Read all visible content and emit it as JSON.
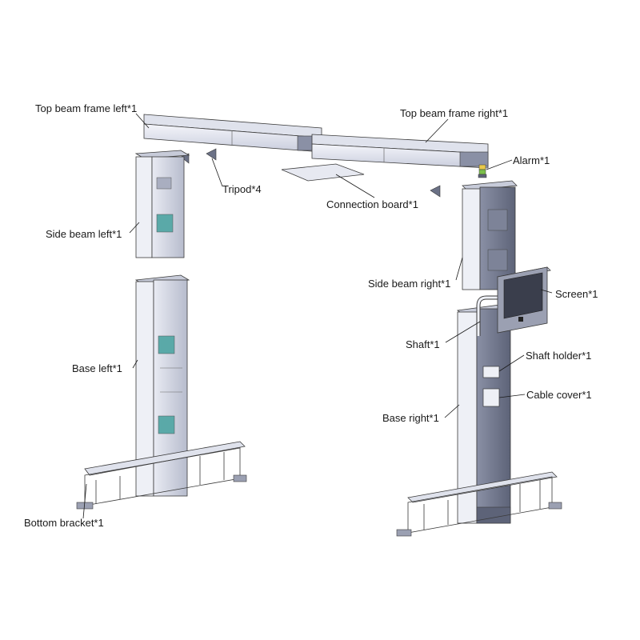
{
  "labels": {
    "top_beam_left": "Top beam frame left*1",
    "top_beam_right": "Top beam frame right*1",
    "alarm": "Alarm*1",
    "tripod": "Tripod*4",
    "connection_board": "Connection board*1",
    "side_beam_left": "Side beam left*1",
    "side_beam_right": "Side beam right*1",
    "screen": "Screen*1",
    "shaft": "Shaft*1",
    "shaft_holder": "Shaft holder*1",
    "cable_cover": "Cable cover*1",
    "base_left": "Base left*1",
    "base_right": "Base right*1",
    "bottom_bracket": "Bottom bracket*1"
  },
  "colors": {
    "outline": "#3a3a3a",
    "panel_light": "#eef0f6",
    "panel_mid": "#d4d8e6",
    "panel_dark": "#6b7186",
    "accent_teal": "#5aa9a8",
    "alarm_green": "#7bbf4a",
    "alarm_yellow": "#e8c94a"
  }
}
